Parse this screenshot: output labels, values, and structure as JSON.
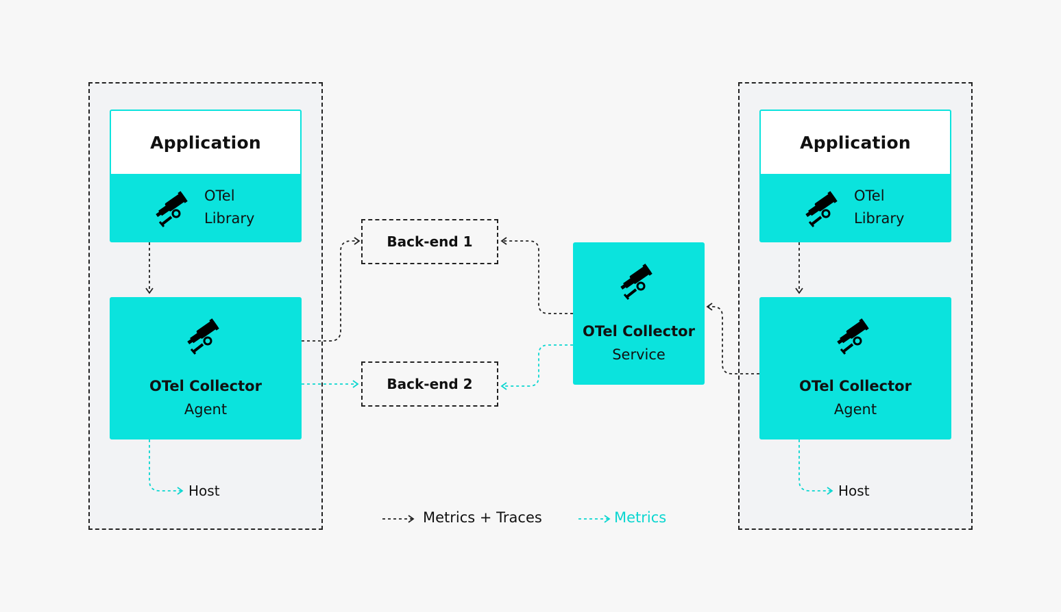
{
  "hosts": [
    {
      "application_title": "Application",
      "library_label_line1": "OTel",
      "library_label_line2": "Library",
      "agent_title": "OTel Collector",
      "agent_subtitle": "Agent",
      "host_label": "Host"
    },
    {
      "application_title": "Application",
      "library_label_line1": "OTel",
      "library_label_line2": "Library",
      "agent_title": "OTel Collector",
      "agent_subtitle": "Agent",
      "host_label": "Host"
    }
  ],
  "backends": [
    "Back-end 1",
    "Back-end 2"
  ],
  "service": {
    "title": "OTel Collector",
    "subtitle": "Service"
  },
  "legend": {
    "metrics_traces": "Metrics + Traces",
    "metrics": "Metrics"
  },
  "colors": {
    "teal": "#0be3dd",
    "dark": "#222222",
    "background": "#f7f7f7"
  },
  "icon": "telescope-icon"
}
